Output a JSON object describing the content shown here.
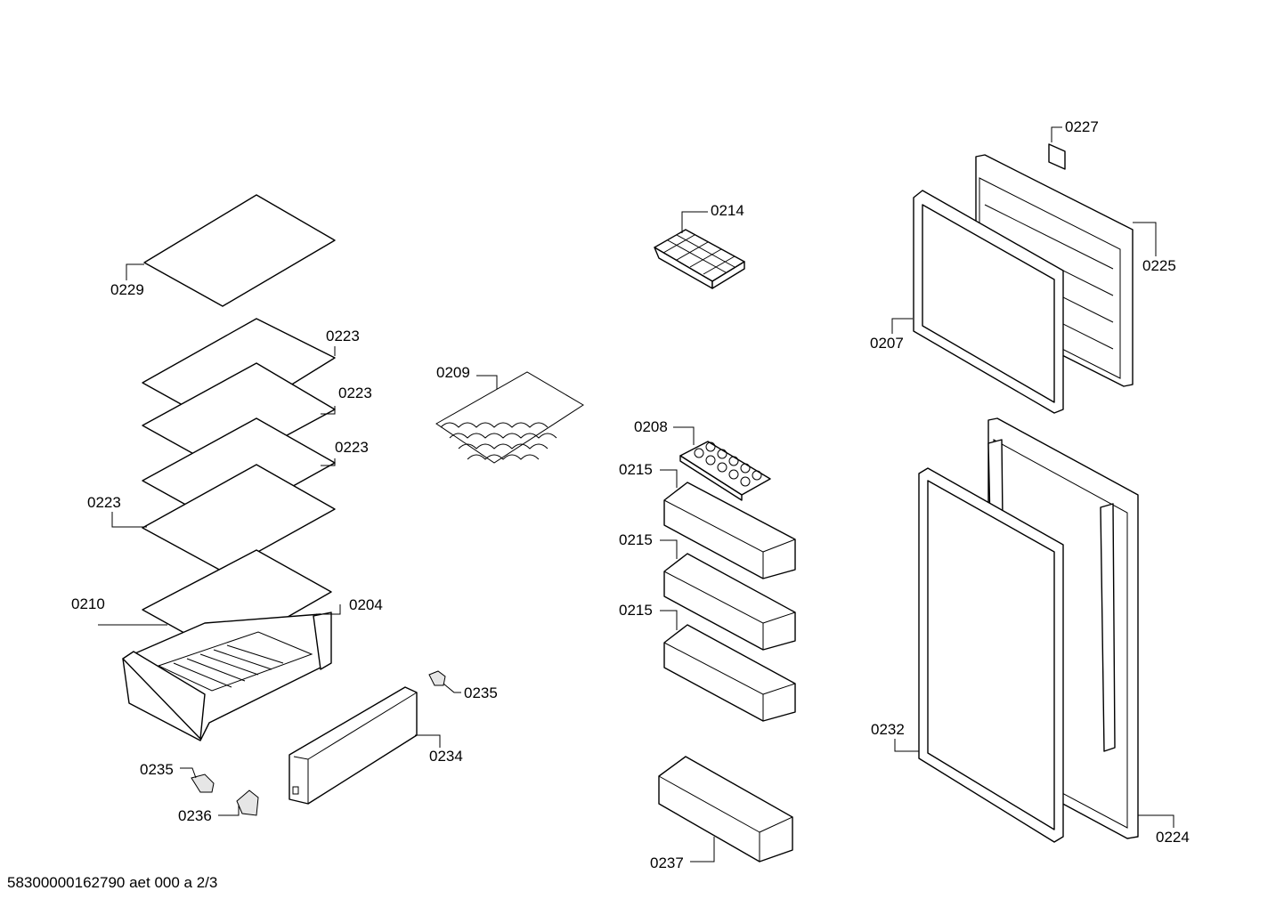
{
  "labels": {
    "l0229": "0229",
    "l0223a": "0223",
    "l0223b": "0223",
    "l0223c": "0223",
    "l0223d": "0223",
    "l0210": "0210",
    "l0204": "0204",
    "l0209": "0209",
    "l0235a": "0235",
    "l0234": "0234",
    "l0235b": "0235",
    "l0236": "0236",
    "l0214": "0214",
    "l0208": "0208",
    "l0215a": "0215",
    "l0215b": "0215",
    "l0215c": "0215",
    "l0237": "0237",
    "l0227": "0227",
    "l0225": "0225",
    "l0207": "0207",
    "l0232": "0232",
    "l0224": "0224"
  },
  "footer": {
    "doc_ref": "58300000162790 aet 000 a 2/3"
  }
}
